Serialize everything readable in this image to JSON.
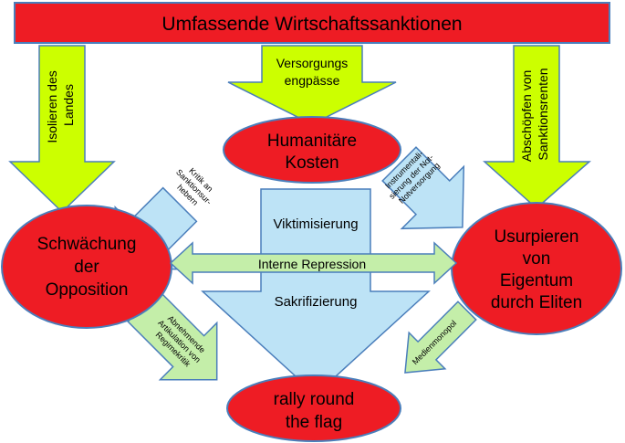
{
  "header": {
    "title": "Umfassende Wirtschaftssanktionen"
  },
  "arrows": {
    "left_vertical": [
      "Isolieren des",
      "Landes"
    ],
    "center_top": [
      "Versorgungs",
      "engpässe"
    ],
    "right_vertical": [
      "Abschöpfen von",
      "Sanktionsrenten"
    ],
    "kritik": [
      "Kritik an",
      "Sanktionsur-",
      "hebern"
    ],
    "instrument": [
      "Instrumentali-",
      "sierung der Not-",
      "Notversorgung"
    ],
    "big_center_top": "Viktimisierung",
    "big_center_bottom": "Sakrifizierung",
    "horizontal": "Interne Repression",
    "abnehmende": [
      "Abnehmende",
      "Artikulation von",
      "Regimekritik"
    ],
    "medien": "Medienmonopol"
  },
  "nodes": {
    "humanitaere": [
      "Humanitäre",
      "Kosten"
    ],
    "schwaechung": [
      "Schwächung",
      "der",
      "Opposition"
    ],
    "usurpieren": [
      "Usurpieren",
      "von",
      "Eigentum",
      "durch Eliten"
    ],
    "rally": [
      "rally round",
      "the flag"
    ]
  },
  "colors": {
    "red": "#ee1c24",
    "yellow_green": "#ccff00",
    "light_blue": "#bde3f6",
    "light_green": "#c4eea9",
    "stroke": "#4a7ebb"
  }
}
